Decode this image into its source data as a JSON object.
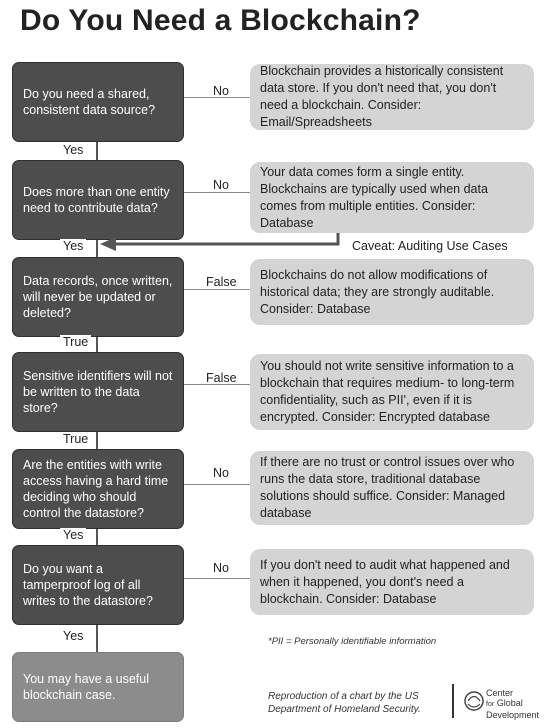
{
  "title": "Do You Need a Blockchain?",
  "steps": [
    {
      "question": "Do you need a shared, consistent data source?",
      "negative_label": "No",
      "positive_label": "Yes",
      "outcome": "Blockchain provides a historically consistent data store. If you don't need that, you don't need a blockchain. Consider: Email/Spreadsheets"
    },
    {
      "question": "Does more than one entity need to contribute data?",
      "negative_label": "No",
      "positive_label": "Yes",
      "outcome": "Your data comes form a single entity. Blockchains are typically used when data comes from multiple entities. Consider: Database"
    },
    {
      "question": "Data records, once written, will never be updated or deleted?",
      "negative_label": "False",
      "positive_label": "True",
      "outcome": "Blockchains do not allow modifications of historical data; they are strongly auditable. Consider: Database"
    },
    {
      "question": "Sensitive identifiers will not be written to the data store?",
      "negative_label": "False",
      "positive_label": "True",
      "outcome": "You should not write sensitive information to a blockchain that requires medium- to long-term confidentiality, such as PII', even if it is encrypted. Consider: Encrypted database"
    },
    {
      "question": "Are the entities with write access having a hard time deciding who should control the datastore?",
      "negative_label": "No",
      "positive_label": "Yes",
      "outcome": "If there are no trust or control issues over who runs the data store, traditional database solutions should suffice. Consider: Managed database"
    },
    {
      "question": "Do you want a tamperproof log of all writes to the datastore?",
      "negative_label": "No",
      "positive_label": "Yes",
      "outcome": "If you don't need to audit what happened and when it happened, you dont's need a blockchain. Consider: Database"
    }
  ],
  "caveat": "Caveat: Auditing Use Cases",
  "final": "You may have a useful blockchain case.",
  "footnote": "*PII = Personally identifiable information",
  "attribution_line1": "Reproduction of a chart by the US",
  "attribution_line2": "Department of Homeland Security.",
  "logo_lines": [
    "Center",
    "Global",
    "Development"
  ],
  "logo_prefix": "for",
  "colors": {
    "question_box": "#4d4d4d",
    "outcome_box": "#d4d4d4",
    "final_box": "#8c8c8c"
  }
}
